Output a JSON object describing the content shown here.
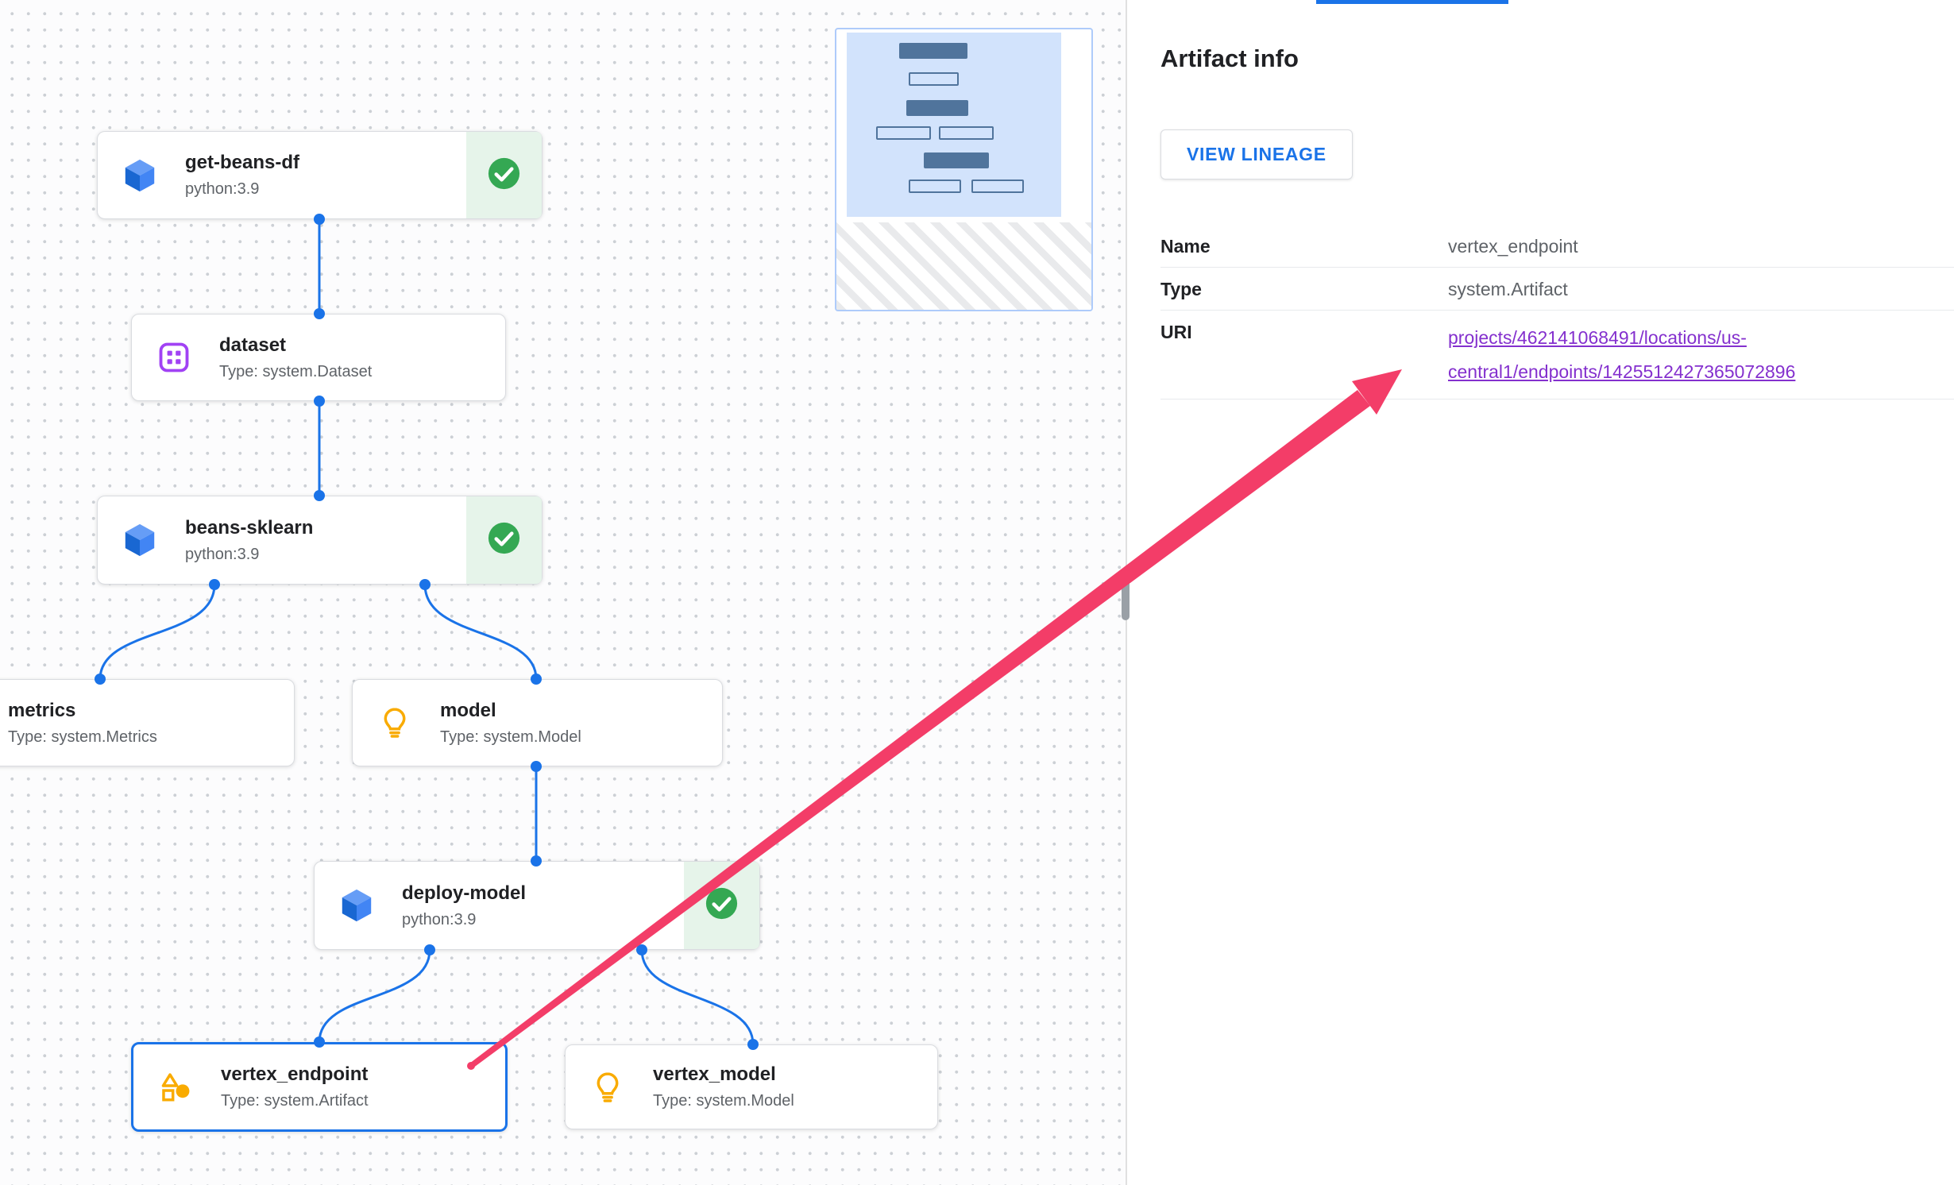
{
  "panel": {
    "title": "Artifact info",
    "view_lineage_button": "VIEW LINEAGE",
    "info": {
      "name": {
        "label": "Name",
        "value": "vertex_endpoint"
      },
      "type": {
        "label": "Type",
        "value": "system.Artifact"
      },
      "uri": {
        "label": "URI",
        "link_line1": "projects/462141068491/locations/us-",
        "link_line2": "central1/endpoints/1425512427365072896"
      }
    }
  },
  "nodes": {
    "get_beans_df": {
      "title": "get-beans-df",
      "subtitle": "python:3.9",
      "status": "succeeded"
    },
    "dataset": {
      "title": "dataset",
      "subtitle": "Type: system.Dataset"
    },
    "beans_sklearn": {
      "title": "beans-sklearn",
      "subtitle": "python:3.9",
      "status": "succeeded"
    },
    "metrics": {
      "title": "metrics",
      "subtitle": "Type: system.Metrics"
    },
    "model": {
      "title": "model",
      "subtitle": "Type: system.Model"
    },
    "deploy_model": {
      "title": "deploy-model",
      "subtitle": "python:3.9",
      "status": "succeeded"
    },
    "vertex_endpoint": {
      "title": "vertex_endpoint",
      "subtitle": "Type: system.Artifact",
      "selected": true
    },
    "vertex_model": {
      "title": "vertex_model",
      "subtitle": "Type: system.Model"
    }
  },
  "colors": {
    "accent_blue": "#1a73e8",
    "success_green": "#34a853",
    "dataset_purple": "#a142f4",
    "model_yellow": "#f9ab00",
    "link_purple": "#8430ce",
    "annotation_pink": "#f33d68"
  }
}
